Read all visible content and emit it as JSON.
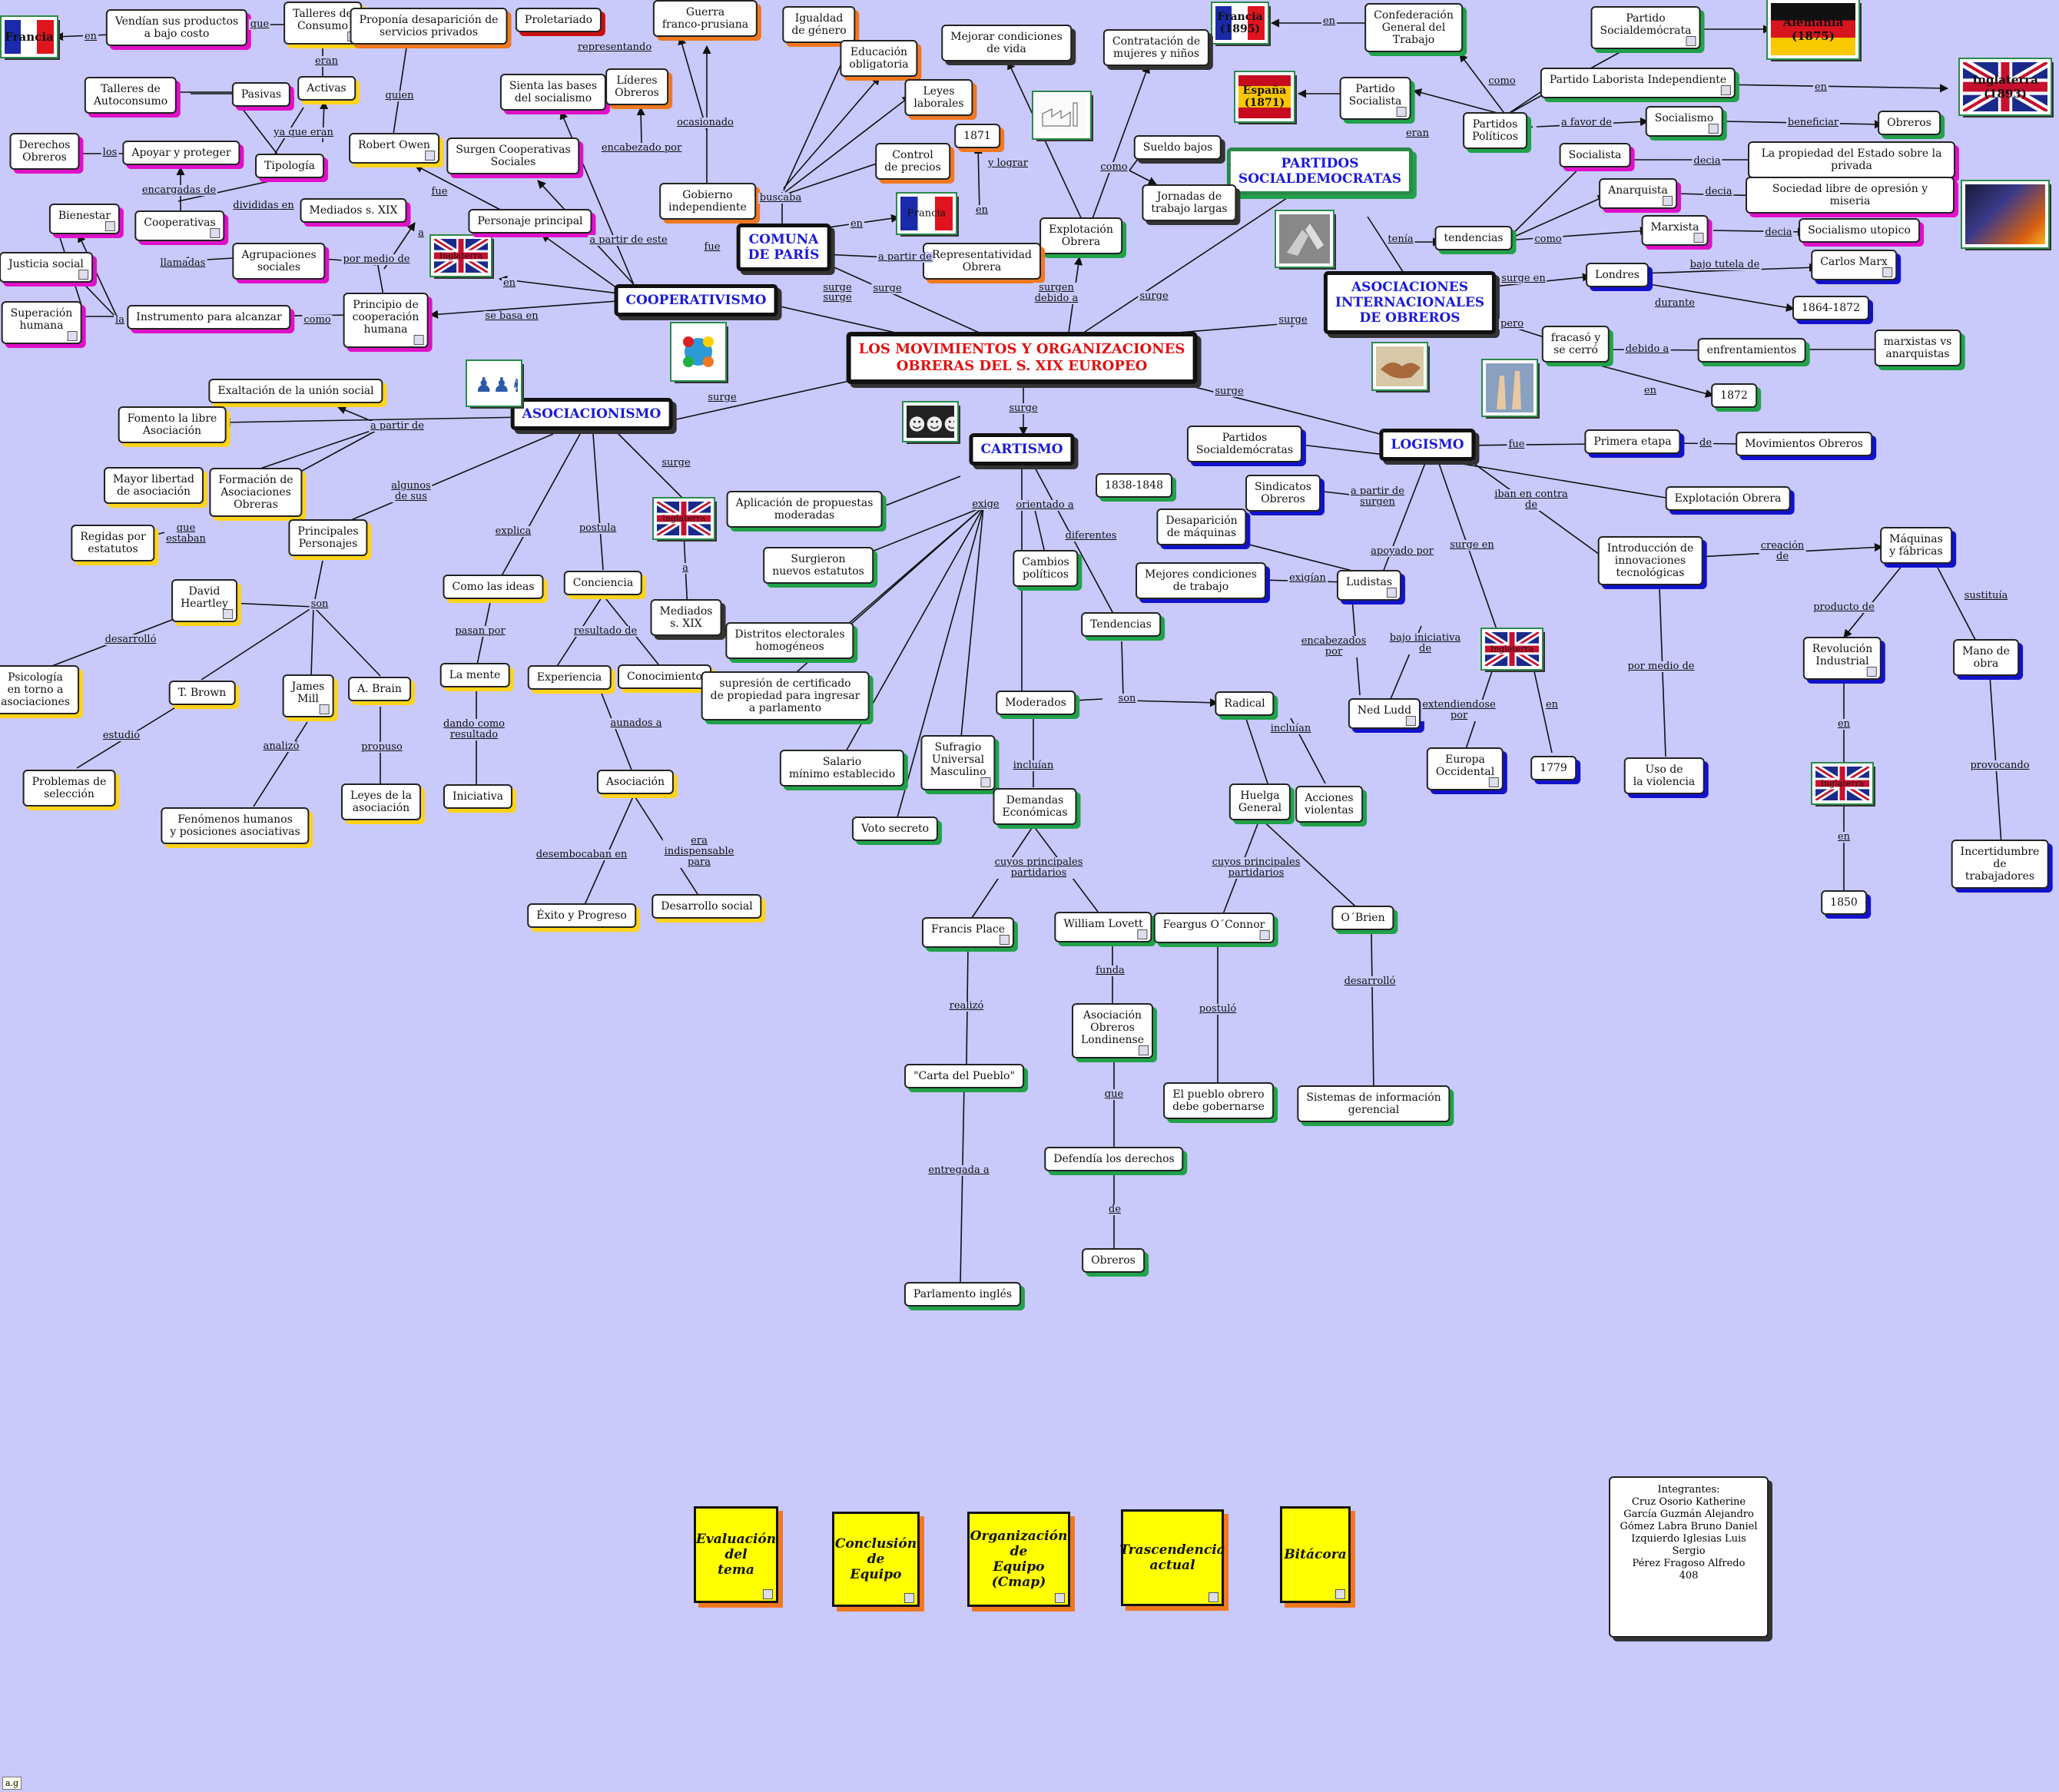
{
  "center": "LOS MOVIMIENTOS Y ORGANIZACIONES\nOBRERAS DEL S. XIX EUROPEO",
  "main_nodes": {
    "cooperativismo": "COOPERATIVISMO",
    "comuna": "COMUNA\nDE PARÍS",
    "asoc_internacionales": "ASOCIACIONES\nINTERNACIONALES\nDE OBREROS",
    "partidos_sd": "PARTIDOS\nSOCIALDEMOCRATAS",
    "asociacionismo": "ASOCIACIONISMO",
    "cartismo": "CARTISMO",
    "logismo": "LOGISMO"
  },
  "nodes": {
    "francia_top": "Francia",
    "vendian": "Vendían sus productos\na bajo costo",
    "talleres_consumo": "Talleres de\nConsumo",
    "proponia": "Proponía desaparición de\nservicios privados",
    "proletariado": "Proletariado",
    "guerra": "Guerra\nfranco-prusiana",
    "igualdad": "Igualdad\nde género",
    "educacion": "Educación\nobligatoria",
    "leyes_laborales": "Leyes\nlaborales",
    "control_precios": "Control\nde precios",
    "n1871": "1871",
    "mejorar": "Mejorar condiciones\nde vida",
    "contratacion": "Contratación de\nmujeres y niños",
    "sueldo": "Sueldo bajos",
    "jornadas": "Jornadas de\ntrabajo largas",
    "explotacion_obrera": "Explotación\nObrera",
    "francia_1895": "Francia\n(1895)",
    "confederacion": "Confederación\nGeneral del\nTrabajo",
    "partido_sd": "Partido\nSocialdemócrata",
    "alemania": "Alemania (1875)",
    "espana": "España\n(1871)",
    "partido_socialista": "Partido\nSocialista",
    "partido_laborista": "Partido Laborista Independiente",
    "inglaterra_1893": "Inglaterra (1893)",
    "partidos_politicos": "Partidos\nPolíticos",
    "socialismo": "Socialismo",
    "obreros_top": "Obreros",
    "socialista": "Socialista",
    "propiedad_estado": "La propiedad del Estado sobre la privada",
    "anarquista": "Anarquista",
    "sociedad_libre": "Sociedad libre de opresión y miseria",
    "marxista": "Marxista",
    "socialismo_utopico": "Socialismo utopico",
    "tendencias_top": "tendencias",
    "londres": "Londres",
    "carlos_marx": "Carlos Marx",
    "n1864": "1864-1872",
    "fracaso": "fracasó y\nse cerró",
    "enfrentamientos": "enfrentamientos",
    "marxistas_vs": "marxistas vs\nanarquistas",
    "n1872": "1872",
    "talleres_auto": "Talleres de\nAutoconsumo",
    "pasivas": "Pasivas",
    "activas": "Activas",
    "robert_owen": "Robert Owen",
    "sienta": "Sienta las bases\ndel socialismo",
    "lideres": "Líderes\nObreros",
    "surgen_coop": "Surgen Cooperativas\nSociales",
    "gobierno": "Gobierno\nindependiente",
    "derechos": "Derechos\nObreros",
    "apoyar": "Apoyar y proteger",
    "tipologia": "Tipología",
    "cooperativas": "Cooperativas",
    "bienestar": "Bienestar",
    "mediados1": "Mediados s. XIX",
    "personaje": "Personaje principal",
    "francia_mid": "Francia",
    "representatividad": "Representatividad\nObrera",
    "justicia": "Justicia social",
    "agrupaciones": "Agrupaciones\nsociales",
    "inglaterra_a": "Inglaterra",
    "superacion": "Superación\nhumana",
    "instrumento": "Instrumento para alcanzar",
    "principio": "Principio de\ncooperación\nhumana",
    "exaltacion": "Exaltación de la unión social",
    "fomento": "Fomento la libre\nAsociación",
    "mayor_libertad": "Mayor libertad\nde asociación",
    "formacion": "Formación de\nAsociaciones\nObreras",
    "regidas": "Regidas por\nestatutos",
    "principales": "Principales\nPersonajes",
    "david": "David\nHeartley",
    "psicologia": "Psicología\nen torno a\nasociaciones",
    "tbrown": "T. Brown",
    "james_mill": "James\nMill",
    "abrain": "A. Brain",
    "problemas": "Problemas de\nselección",
    "fenomenos": "Fenómenos humanos\ny posiciones asociativas",
    "leyes_asoc": "Leyes de la\nasociación",
    "como_ideas": "Como las ideas",
    "la_mente": "La mente",
    "iniciativa": "Iniciativa",
    "conciencia": "Conciencia",
    "experiencia": "Experiencia",
    "conocimiento": "Conocimiento",
    "asociacion": "Asociación",
    "exito": "Éxito y Progreso",
    "desarrollo": "Desarrollo social",
    "inglaterra_b": "Inglaterra",
    "mediados2": "Mediados\ns. XIX",
    "aplicacion": "Aplicación de propuestas\nmoderadas",
    "surgieron": "Surgieron\nnuevos estatutos",
    "distritos": "Distritos electorales\nhomogéneos",
    "supresion": "supresión de certificado\nde propiedad para ingresar\na parlamento",
    "salario": "Salario\nmínimo establecido",
    "sufragio": "Sufragio\nUniversal\nMasculino",
    "voto": "Voto secreto",
    "n1838": "1838-1848",
    "cambios": "Cambios\npolíticos",
    "tendencias": "Tendencias",
    "moderados": "Moderados",
    "radical": "Radical",
    "demandas": "Demandas\nEconómicas",
    "huelga": "Huelga\nGeneral",
    "acciones": "Acciones\nviolentas",
    "francis": "Francis Place",
    "william": "William Lovett",
    "feargus": "Feargus O´Connor",
    "obrien": "O´Brien",
    "carta": "\"Carta del Pueblo\"",
    "asociacion_londinense": "Asociación\nObreros\nLondinense",
    "pueblo_obrero": "El pueblo obrero\ndebe gobernarse",
    "sistemas": "Sistemas de información\ngerencial",
    "defendia": "Defendía los derechos",
    "obreros_bottom": "Obreros",
    "parlamento": "Parlamento inglés",
    "partidos_sd_small": "Partidos\nSocialdemócratas",
    "sindicatos": "Sindicatos\nObreros",
    "desaparicion": "Desaparición\nde máquinas",
    "mejores": "Mejores condiciones\nde trabajo",
    "ludistas": "Ludistas",
    "ned_ludd": "Ned Ludd",
    "inglaterra_c": "Inglaterra",
    "europa": "Europa\nOccidental",
    "n1779": "1779",
    "primera_etapa": "Primera etapa",
    "movimientos": "Movimientos Obreros",
    "explotacion2": "Explotación Obrera",
    "introduccion": "Introducción de\ninnovaciones\ntecnológicas",
    "maquinas": "Máquinas\ny fábricas",
    "revolucion": "Revolución\nIndustrial",
    "mano_obra": "Mano de\nobra",
    "uso_violencia": "Uso de\nla violencia",
    "inglaterra_d": "Inglaterra",
    "incertidumbre": "Incertidumbre\nde trabajadores",
    "n1850": "1850"
  },
  "labels": {
    "en": "en",
    "que": "que",
    "eran": "eran",
    "quien": "quien",
    "representando": "representando",
    "encabezado_por": "encabezado por",
    "ocasionado": "ocasionado",
    "buscaba": "buscaba",
    "y_lograr": "y lograr",
    "como": "como",
    "surgen_debido_a": "surgen\ndebido a",
    "a_favor_de": "a favor de",
    "beneficiar": "beneficiar",
    "decia": "decia",
    "tenia": "tenía",
    "surge_en": "surge en",
    "bajo_tutela_de": "bajo tutela de",
    "durante": "durante",
    "debido_a": "debido a",
    "pero": "pero",
    "surge": "surge",
    "los": "los",
    "ya_que_eran": "ya que eran",
    "encargadas_de": "encargadas de",
    "divididas_en": "divididas en",
    "fue": "fue",
    "a": "a",
    "a_partir_de_este": "a partir de este",
    "llamadas": "llamadas",
    "por_medio_de": "por medio de",
    "se_basa_en": "se basa en",
    "la": "la",
    "a_partir_de": "a partir de",
    "algunos_de_sus": "algunos\nde sus",
    "que_estaban": "que\nestaban",
    "son": "son",
    "desarrollo_lbl": "desarrolló",
    "estudio": "estudió",
    "analizo": "analizó",
    "propuso": "propuso",
    "explica": "explica",
    "pasan_por": "pasan por",
    "dando_como_resultado": "dando como\nresultado",
    "postula": "postula",
    "resultado_de": "resultado de",
    "aunados_a": "aunados a",
    "desembocaban_en": "desembocaban en",
    "era_indispensable_para": "era\nindispensable\npara",
    "exige": "exige",
    "orientado_a": "orientado a",
    "diferentes": "diferentes",
    "incluian": "incluían",
    "cuyos_principales_partidarios": "cuyos principales\npartidarios",
    "realizo": "realizó",
    "entregada_a": "entregada a",
    "funda": "funda",
    "de": "de",
    "postulo": "postuló",
    "desarrollo2": "desarrolló",
    "apoyado_por": "apoyado por",
    "exigian": "exigían",
    "encabezados_por": "encabezados\npor",
    "bajo_iniciativa_de": "bajo iniciativa\nde",
    "extendiendose_por": "extendiendose\npor",
    "iban_en_contra_de": "iban en contra\nde",
    "a_partir_de_surgen": "a partir de\nsurgen",
    "creacion_de": "creación\nde",
    "producto_de": "producto de",
    "sustituia": "sustituía",
    "provocando": "provocando",
    "por_medio_de2": "por medio de"
  },
  "footer_boxes": [
    "Evaluación\ndel\ntema",
    "Conclusión\nde\nEquipo",
    "Organización\nde\nEquipo (Cmap)",
    "Trascendencia\nactual",
    "Bitácora"
  ],
  "credits": "Integrantes:\nCruz Osorio Katherine\nGarcía Guzmán Alejandro\nGómez Labra Bruno Daniel\nIzquierdo Iglesias Luis Sergio\nPérez Fragoso Alfredo\n408",
  "toolbar_text": "a.g"
}
